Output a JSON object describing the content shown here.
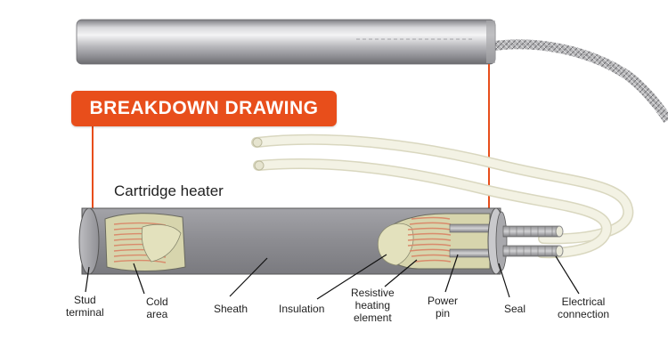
{
  "badge": {
    "text": "BREAKDOWN DRAWING"
  },
  "heater_title": "Cartridge heater",
  "labels": {
    "stud_terminal": [
      "Stud",
      "terminal"
    ],
    "cold_area": [
      "Cold",
      "area"
    ],
    "sheath": [
      "Sheath"
    ],
    "insulation": [
      "Insulation"
    ],
    "resistive_heating_element": [
      "Resistive",
      "heating",
      "element"
    ],
    "power_pin": [
      "Power",
      "pin"
    ],
    "seal": [
      "Seal"
    ],
    "electrical_connection": [
      "Electrical",
      "connection"
    ]
  },
  "colors": {
    "accent": "#e84e1b",
    "sheath": "#8f8f94",
    "coil": "#d98a6b",
    "insulation": "#d8d6b0",
    "lead_wire": "#efeedd"
  }
}
